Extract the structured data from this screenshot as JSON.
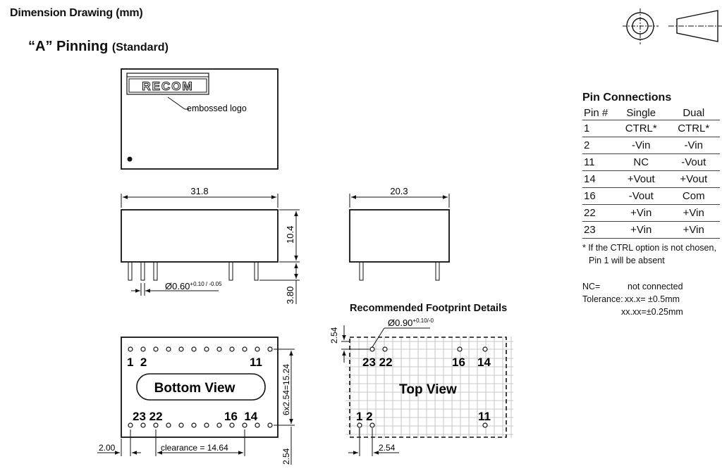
{
  "header": {
    "title": "Dimension Drawing (mm)",
    "subtitle": "“A” Pinning",
    "subtitle_suffix": "(Standard)"
  },
  "drawing": {
    "logo_text": "RECOM",
    "logo_note": "embossed logo",
    "width_dim": "31.8",
    "depth_dim": "20.3",
    "height_dim": "10.4",
    "pin_length_dim": "3.80",
    "pin_diameter": "Ø0.60",
    "pin_diameter_tol": "+0.10 / -0.05",
    "bottom_view_label": "Bottom View",
    "pin_span_dim": "6x2.54=15.24",
    "edge_offset_dim": "2.00",
    "clearance_dim": "clearance = 14.64",
    "bottom_pitch_dim": "2.54",
    "bottom_pin_labels": {
      "top_left": "1  2",
      "top_right": "11",
      "bottom_left": "23 22",
      "bottom_right": "16  14"
    }
  },
  "footprint": {
    "title": "Recommended Footprint Details",
    "hole_diameter": "Ø0.90",
    "hole_tol": "+0.10/-0",
    "top_view_label": "Top View",
    "pitch_vertical": "2.54",
    "pitch_horizontal": "2.54",
    "pin_labels": {
      "p23_22": "23 22",
      "p16": "16",
      "p14": "14",
      "p1_2": "1 2",
      "p11": "11"
    }
  },
  "pin_connections": {
    "title": "Pin Connections",
    "headers": [
      "Pin #",
      "Single",
      "Dual"
    ],
    "rows": [
      [
        "1",
        "CTRL*",
        "CTRL*"
      ],
      [
        "2",
        "-Vin",
        "-Vin"
      ],
      [
        "11",
        "NC",
        "-Vout"
      ],
      [
        "14",
        "+Vout",
        "+Vout"
      ],
      [
        "16",
        "-Vout",
        "Com"
      ],
      [
        "22",
        "+Vin",
        "+Vin"
      ],
      [
        "23",
        "+Vin",
        "+Vin"
      ]
    ],
    "footnote_line1": "* If the CTRL option is not chosen,",
    "footnote_line2": "Pin 1 will be absent"
  },
  "legend": {
    "nc_key": "NC=",
    "nc_value": "not connected",
    "tol_key": "Tolerance:",
    "tol_value1": "xx.x= ±0.5mm",
    "tol_value2": "xx.xx=±0.25mm"
  }
}
